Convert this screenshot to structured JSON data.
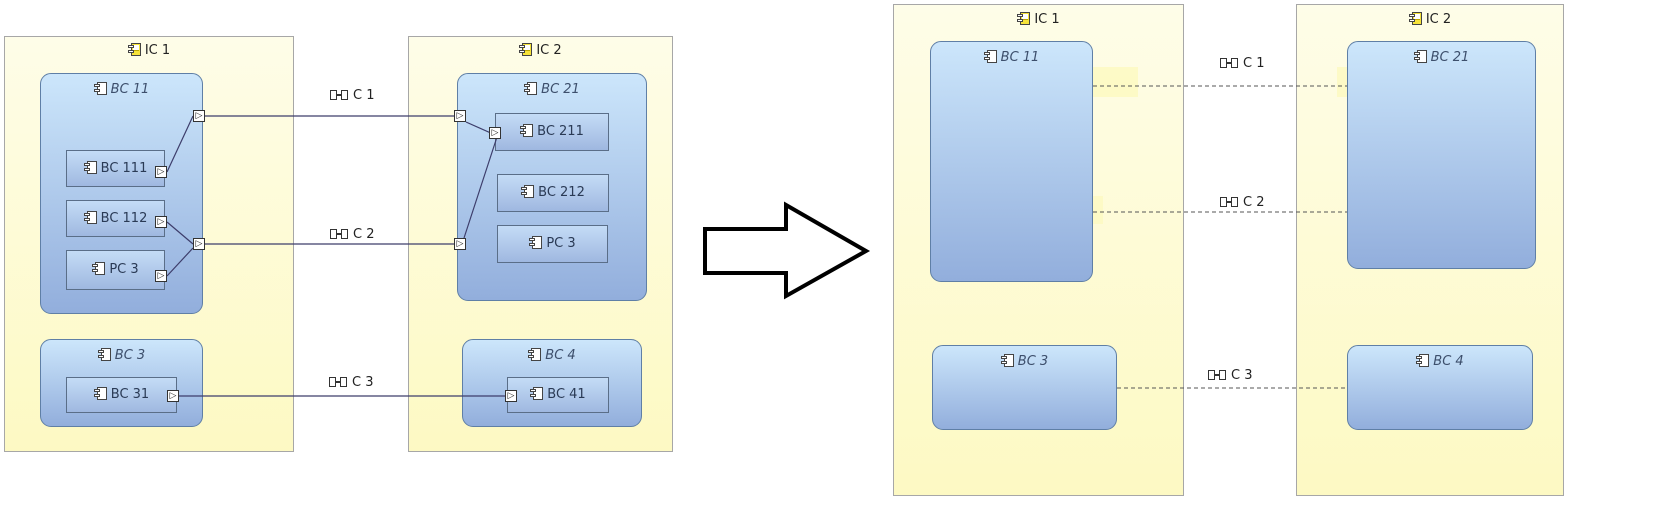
{
  "before": {
    "ic1": {
      "label": "IC 1"
    },
    "ic2": {
      "label": "IC 2"
    },
    "bc11": {
      "label": "BC 11",
      "children": [
        "BC 111",
        "BC 112",
        "PC 3"
      ]
    },
    "bc21": {
      "label": "BC 21",
      "children": [
        "BC 211",
        "BC 212",
        "PC 3"
      ]
    },
    "bc3": {
      "label": "BC 3",
      "children": [
        "BC 31"
      ]
    },
    "bc4": {
      "label": "BC 4",
      "children": [
        "BC 41"
      ]
    },
    "connectors": [
      "C 1",
      "C 2",
      "C 3"
    ]
  },
  "after": {
    "ic1": {
      "label": "IC 1"
    },
    "ic2": {
      "label": "IC 2"
    },
    "bc11": {
      "label": "BC 11"
    },
    "bc21": {
      "label": "BC 21"
    },
    "bc3": {
      "label": "BC 3"
    },
    "bc4": {
      "label": "BC 4"
    },
    "connectors": [
      "C 1",
      "C 2",
      "C 3"
    ]
  },
  "colors": {
    "ic_fill": "#fdf9c3",
    "bc_fill_top": "#cce6fb",
    "bc_fill_bottom": "#92aedc",
    "wire": "#3d3d6b",
    "dashed": "#555555"
  }
}
